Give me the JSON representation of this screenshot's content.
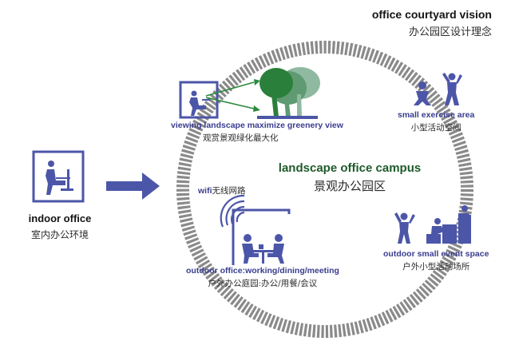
{
  "header": {
    "title_en": "office courtyard vision",
    "title_cn": "办公园区设计理念"
  },
  "indoor": {
    "label_en": "indoor office",
    "label_cn": "室内办公环境"
  },
  "campus": {
    "label_en": "landscape office campus",
    "label_cn": "景观办公园区"
  },
  "viewing": {
    "label_en": "viewing landscape maximize greenery view",
    "label_cn": "观赏景观绿化最大化"
  },
  "exercise": {
    "label_en": "small exercise area",
    "label_cn": "小型活动空间"
  },
  "wifi": {
    "label_en": "wifi",
    "label_cn": "无线网路"
  },
  "outdoor_office": {
    "label_en": "outdoor office:working/dining/meeting",
    "label_cn": "户外办公庭园:办公/用餐/会议"
  },
  "event": {
    "label_en": "outdoor small event space",
    "label_cn": "户外小型活动场所"
  },
  "icons": [
    "indoor-office-icon",
    "arrow-right-icon",
    "viewing-window-icon",
    "trees-icon",
    "exercise-people-icon",
    "wifi-icon",
    "meeting-table-icon",
    "event-audience-icon"
  ],
  "colors": {
    "accent_blue": "#4c56a8",
    "green": "#2a8a3c",
    "ring_gray": "#8a8a8a"
  }
}
